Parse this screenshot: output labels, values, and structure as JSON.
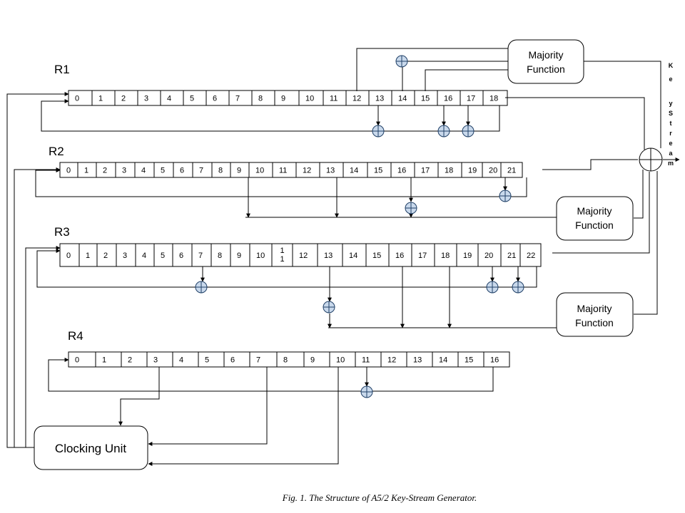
{
  "registers": [
    {
      "label": "R1",
      "cells": [
        "0",
        "1",
        "2",
        "3",
        "4",
        "5",
        "6",
        "7",
        "8",
        "9",
        "10",
        "11",
        "12",
        "13",
        "14",
        "15",
        "16",
        "17",
        "18"
      ]
    },
    {
      "label": "R2",
      "cells": [
        "0",
        "1",
        "2",
        "3",
        "4",
        "5",
        "6",
        "7",
        "8",
        "9",
        "10",
        "11",
        "12",
        "13",
        "14",
        "15",
        "16",
        "17",
        "18",
        "19",
        "20",
        "21"
      ]
    },
    {
      "label": "R3",
      "cells": [
        "0",
        "1",
        "2",
        "3",
        "4",
        "5",
        "6",
        "7",
        "8",
        "9",
        "10",
        "1\n1",
        "12",
        "13",
        "14",
        "15",
        "16",
        "17",
        "18",
        "19",
        "20",
        "21",
        "22"
      ]
    },
    {
      "label": "R4",
      "cells": [
        "0",
        "1",
        "2",
        "3",
        "4",
        "5",
        "6",
        "7",
        "8",
        "9",
        "10",
        "11",
        "12",
        "13",
        "14",
        "15",
        "16"
      ]
    }
  ],
  "majority_function": {
    "line1": "Majority",
    "line2": "Function"
  },
  "clocking_unit": "Clocking Unit",
  "key_stream_letters": [
    "K",
    "e",
    "y",
    "S",
    "t",
    "r",
    "e",
    "a",
    "m"
  ],
  "caption": "Fig. 1.  The Structure of A5/2 Key-Stream Generator."
}
